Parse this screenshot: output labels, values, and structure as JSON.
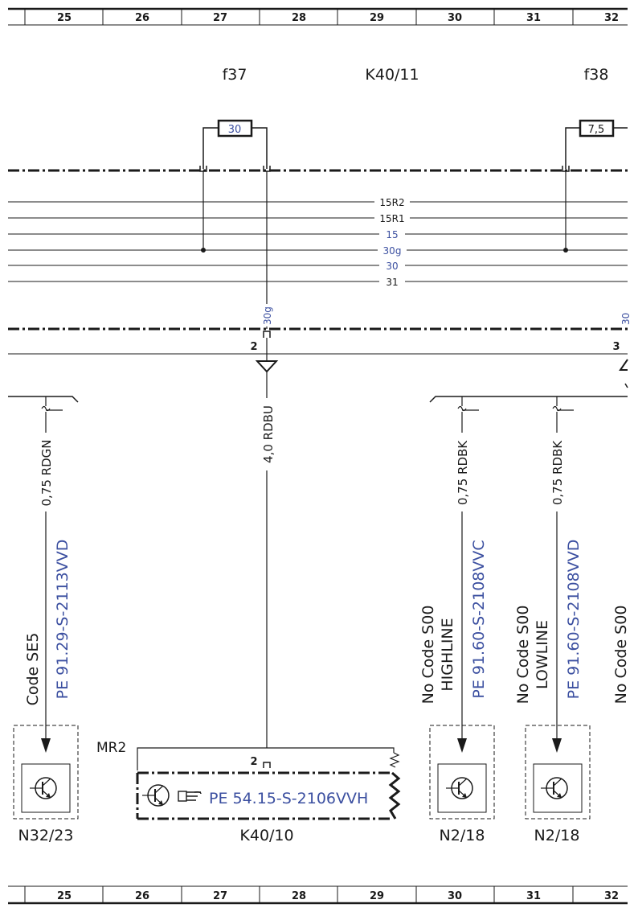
{
  "ruler": {
    "top_cols": [
      "25",
      "26",
      "27",
      "28",
      "29",
      "30",
      "31",
      "32"
    ],
    "bottom_cols": [
      "25",
      "26",
      "27",
      "28",
      "29",
      "30",
      "31",
      "32"
    ]
  },
  "header": {
    "fuse_left": "f37",
    "relay": "K40/11",
    "fuse_right": "f38"
  },
  "fuses": {
    "f37_rating": "30",
    "f38_rating": "7,5"
  },
  "bus": {
    "lines": [
      "15R2",
      "15R1",
      "15",
      "30g",
      "30",
      "31"
    ],
    "colors": {
      "black": "#1a1a1a",
      "blue": "#3b4fa0"
    }
  },
  "connector": {
    "pin_30g": "30g",
    "pin_left": "2",
    "pin_right": "3",
    "right_partial": "30"
  },
  "wires": {
    "w1": "0,75 RDGN",
    "w2": "4,0 RDBU",
    "w3": "0,75 RDBK",
    "w4": "0,75 RDBK"
  },
  "refs": {
    "r1": "PE 91.29-S-2113VVD",
    "r2": "PE 91.60-S-2108VVC",
    "r3": "PE 91.60-S-2108VVD",
    "r4": "PE 54.15-S-2106VVH"
  },
  "codes": {
    "c1": "Code SE5",
    "c2a": "No Code S00",
    "c2b": "HIGHLINE",
    "c3a": "No Code S00",
    "c3b": "LOWLINE",
    "c4": "No Code S00"
  },
  "components": {
    "n32": "N32/23",
    "k4010": "K40/10",
    "mr2": "MR2",
    "k_pin": "2",
    "n218a": "N2/18",
    "n218b": "N2/18"
  },
  "icons": [
    "transistor-icon",
    "pointing-hand-icon",
    "ground-triangle-icon",
    "wire-break-icon"
  ]
}
